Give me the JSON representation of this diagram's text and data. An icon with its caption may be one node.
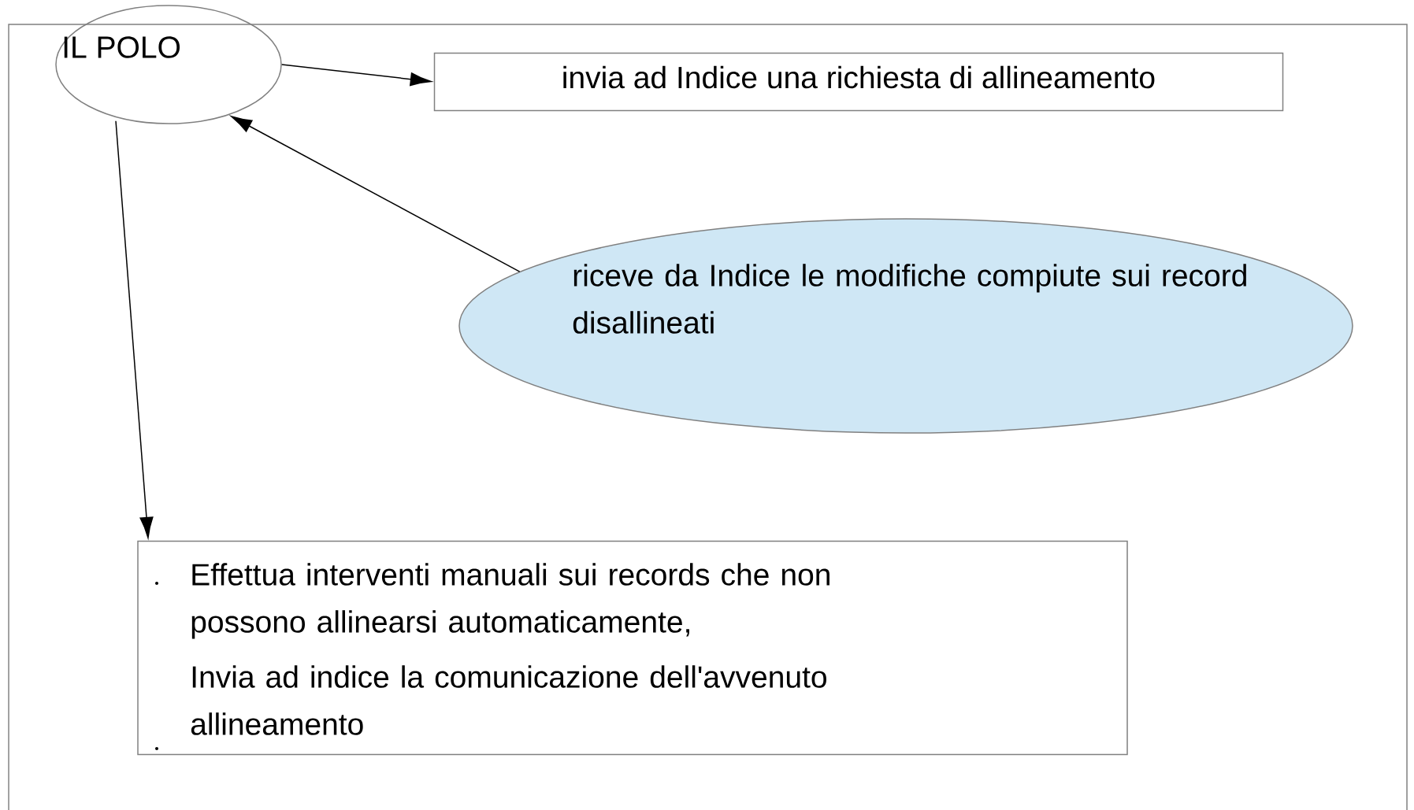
{
  "diagram": {
    "nodes": [
      {
        "text": [
          "IL POLO"
        ]
      },
      {
        "text": [
          "invia ad Indice una richiesta di allineamento"
        ]
      },
      {
        "text": [
          "riceve da Indice le modifiche compiute sui record disallineati"
        ]
      },
      {
        "text": [
          "Effettua interventi manuali sui records che non possono allinearsi automaticamente,",
          "Invia ad indice la comunicazione dell'avvenuto allineamento"
        ]
      }
    ],
    "edges": [
      {
        "from": 0,
        "to": 1,
        "arrow": "to"
      },
      {
        "from": 2,
        "to": 0,
        "arrow": "to"
      },
      {
        "from": 0,
        "to": 3,
        "arrow": "to"
      }
    ]
  }
}
